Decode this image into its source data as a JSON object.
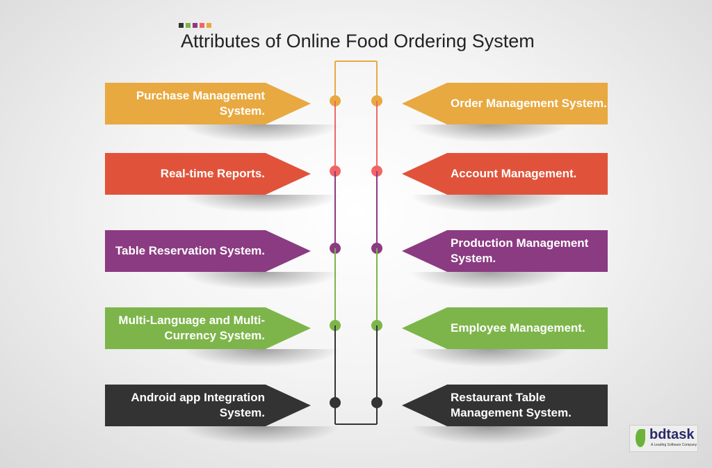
{
  "title": "Attributes of Online Food Ordering System",
  "header_squares": [
    "#333333",
    "#7db54a",
    "#8b3b82",
    "#f26466",
    "#e8a941"
  ],
  "rows": [
    {
      "color": "#e8a941",
      "dot": "#e8a941",
      "left": "Purchase Management System.",
      "right": "Order Management System."
    },
    {
      "color": "#e0533a",
      "dot": "#f26466",
      "left": "Real-time Reports.",
      "right": "Account Management."
    },
    {
      "color": "#8b3b82",
      "dot": "#8b3b82",
      "left": "Table Reservation System.",
      "right": "Production Management System."
    },
    {
      "color": "#7db54a",
      "dot": "#7db54a",
      "left": "Multi-Language and Multi-Currency System.",
      "right": "Employee Management."
    },
    {
      "color": "#333333",
      "dot": "#333333",
      "left": "Android app Integration System.",
      "right": "Restaurant Table Management System."
    }
  ],
  "logo": {
    "name": "bdtask",
    "tagline": "A Leading Software Company"
  }
}
